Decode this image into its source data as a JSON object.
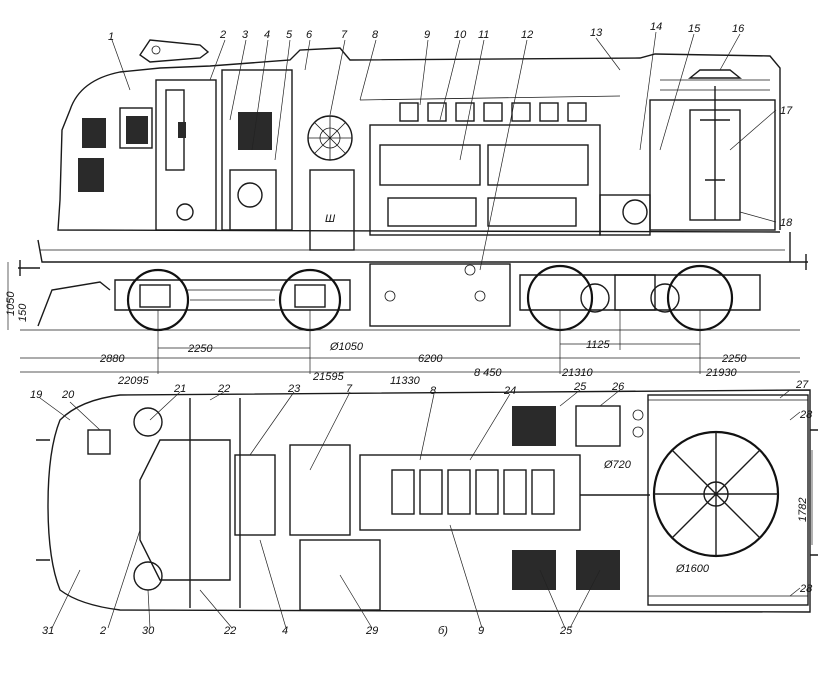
{
  "callouts_side": [
    "1",
    "2",
    "3",
    "4",
    "5",
    "6",
    "7",
    "8",
    "9",
    "10",
    "11",
    "12",
    "13",
    "14",
    "15",
    "16",
    "17",
    "18"
  ],
  "callouts_plan": [
    "19",
    "20",
    "21",
    "22",
    "23",
    "7",
    "8",
    "24",
    "25",
    "26",
    "27",
    "28",
    "31",
    "2",
    "30",
    "22",
    "4",
    "29",
    "9",
    "25",
    "28"
  ],
  "dimensions": {
    "d2880": "2880",
    "d2250a": "2250",
    "d6200": "6200",
    "d8450": "8 450",
    "d1125": "1125",
    "d2250b": "2250",
    "d22095": "22095",
    "d11330": "11330",
    "d21595": "21595",
    "d21310": "21310",
    "d21930": "21930",
    "dia1050": "Ø1050",
    "v1050": "1050",
    "v150": "150",
    "dia720": "Ø720",
    "dia1600": "Ø1600",
    "v1782": "1782"
  },
  "view_label": "б)",
  "colors": {
    "ink": "#1a1a1a",
    "watermark": "#3a4fd0"
  }
}
